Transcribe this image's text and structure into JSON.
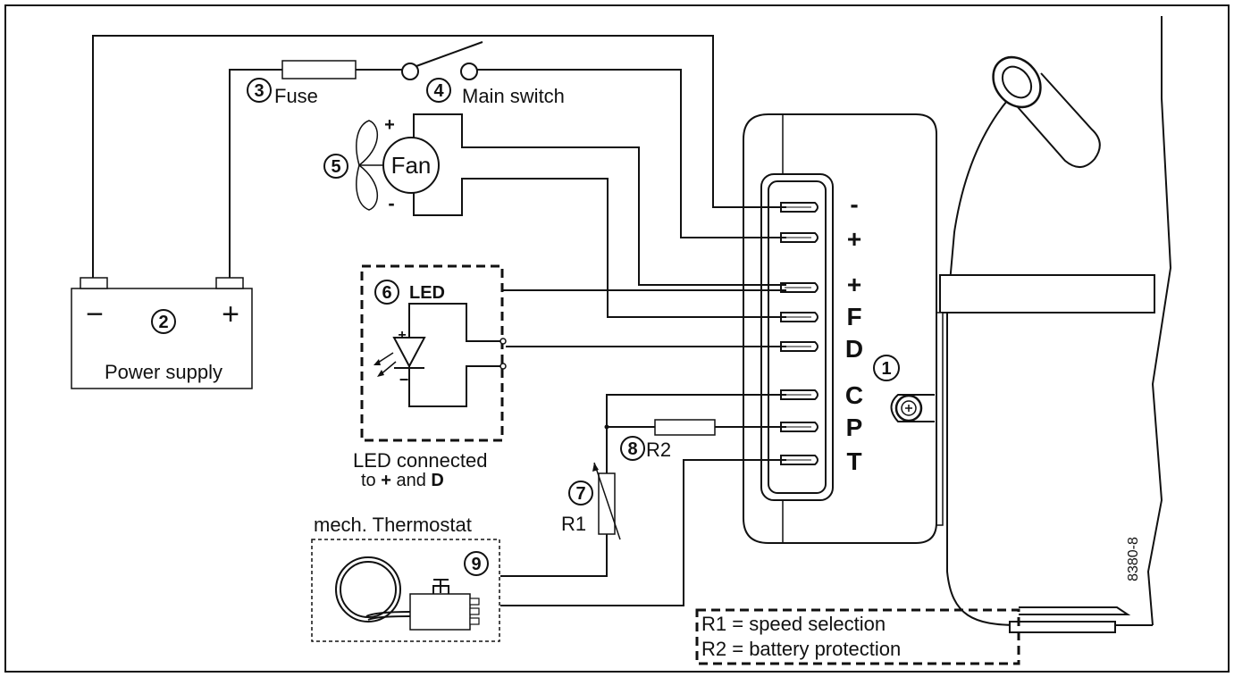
{
  "labels": {
    "fuse": "Fuse",
    "main_switch": "Main switch",
    "fan": "Fan",
    "power_supply": "Power supply",
    "minus": "−",
    "plus": "+",
    "led": "LED",
    "led_note_line1": "LED connected",
    "led_note_line2_pre": "to ",
    "led_note_line2_plus": "+",
    "led_note_line2_mid": " and ",
    "led_note_line2_d": "D",
    "thermostat": "mech. Thermostat",
    "r1": "R1",
    "r2": "R2",
    "figure_code": "8380-8",
    "fan_plus": "+",
    "fan_minus": "-",
    "diode_plus": "+",
    "diode_minus": "−"
  },
  "numbers": {
    "n1": "1",
    "n2": "2",
    "n3": "3",
    "n4": "4",
    "n5": "5",
    "n6": "6",
    "n7": "7",
    "n8": "8",
    "n9": "9"
  },
  "terminals": [
    "-",
    "+",
    "+",
    "F",
    "D",
    "C",
    "P",
    "T"
  ],
  "legend": {
    "line1": "R1 = speed selection",
    "line2": "R2 = battery protection"
  }
}
